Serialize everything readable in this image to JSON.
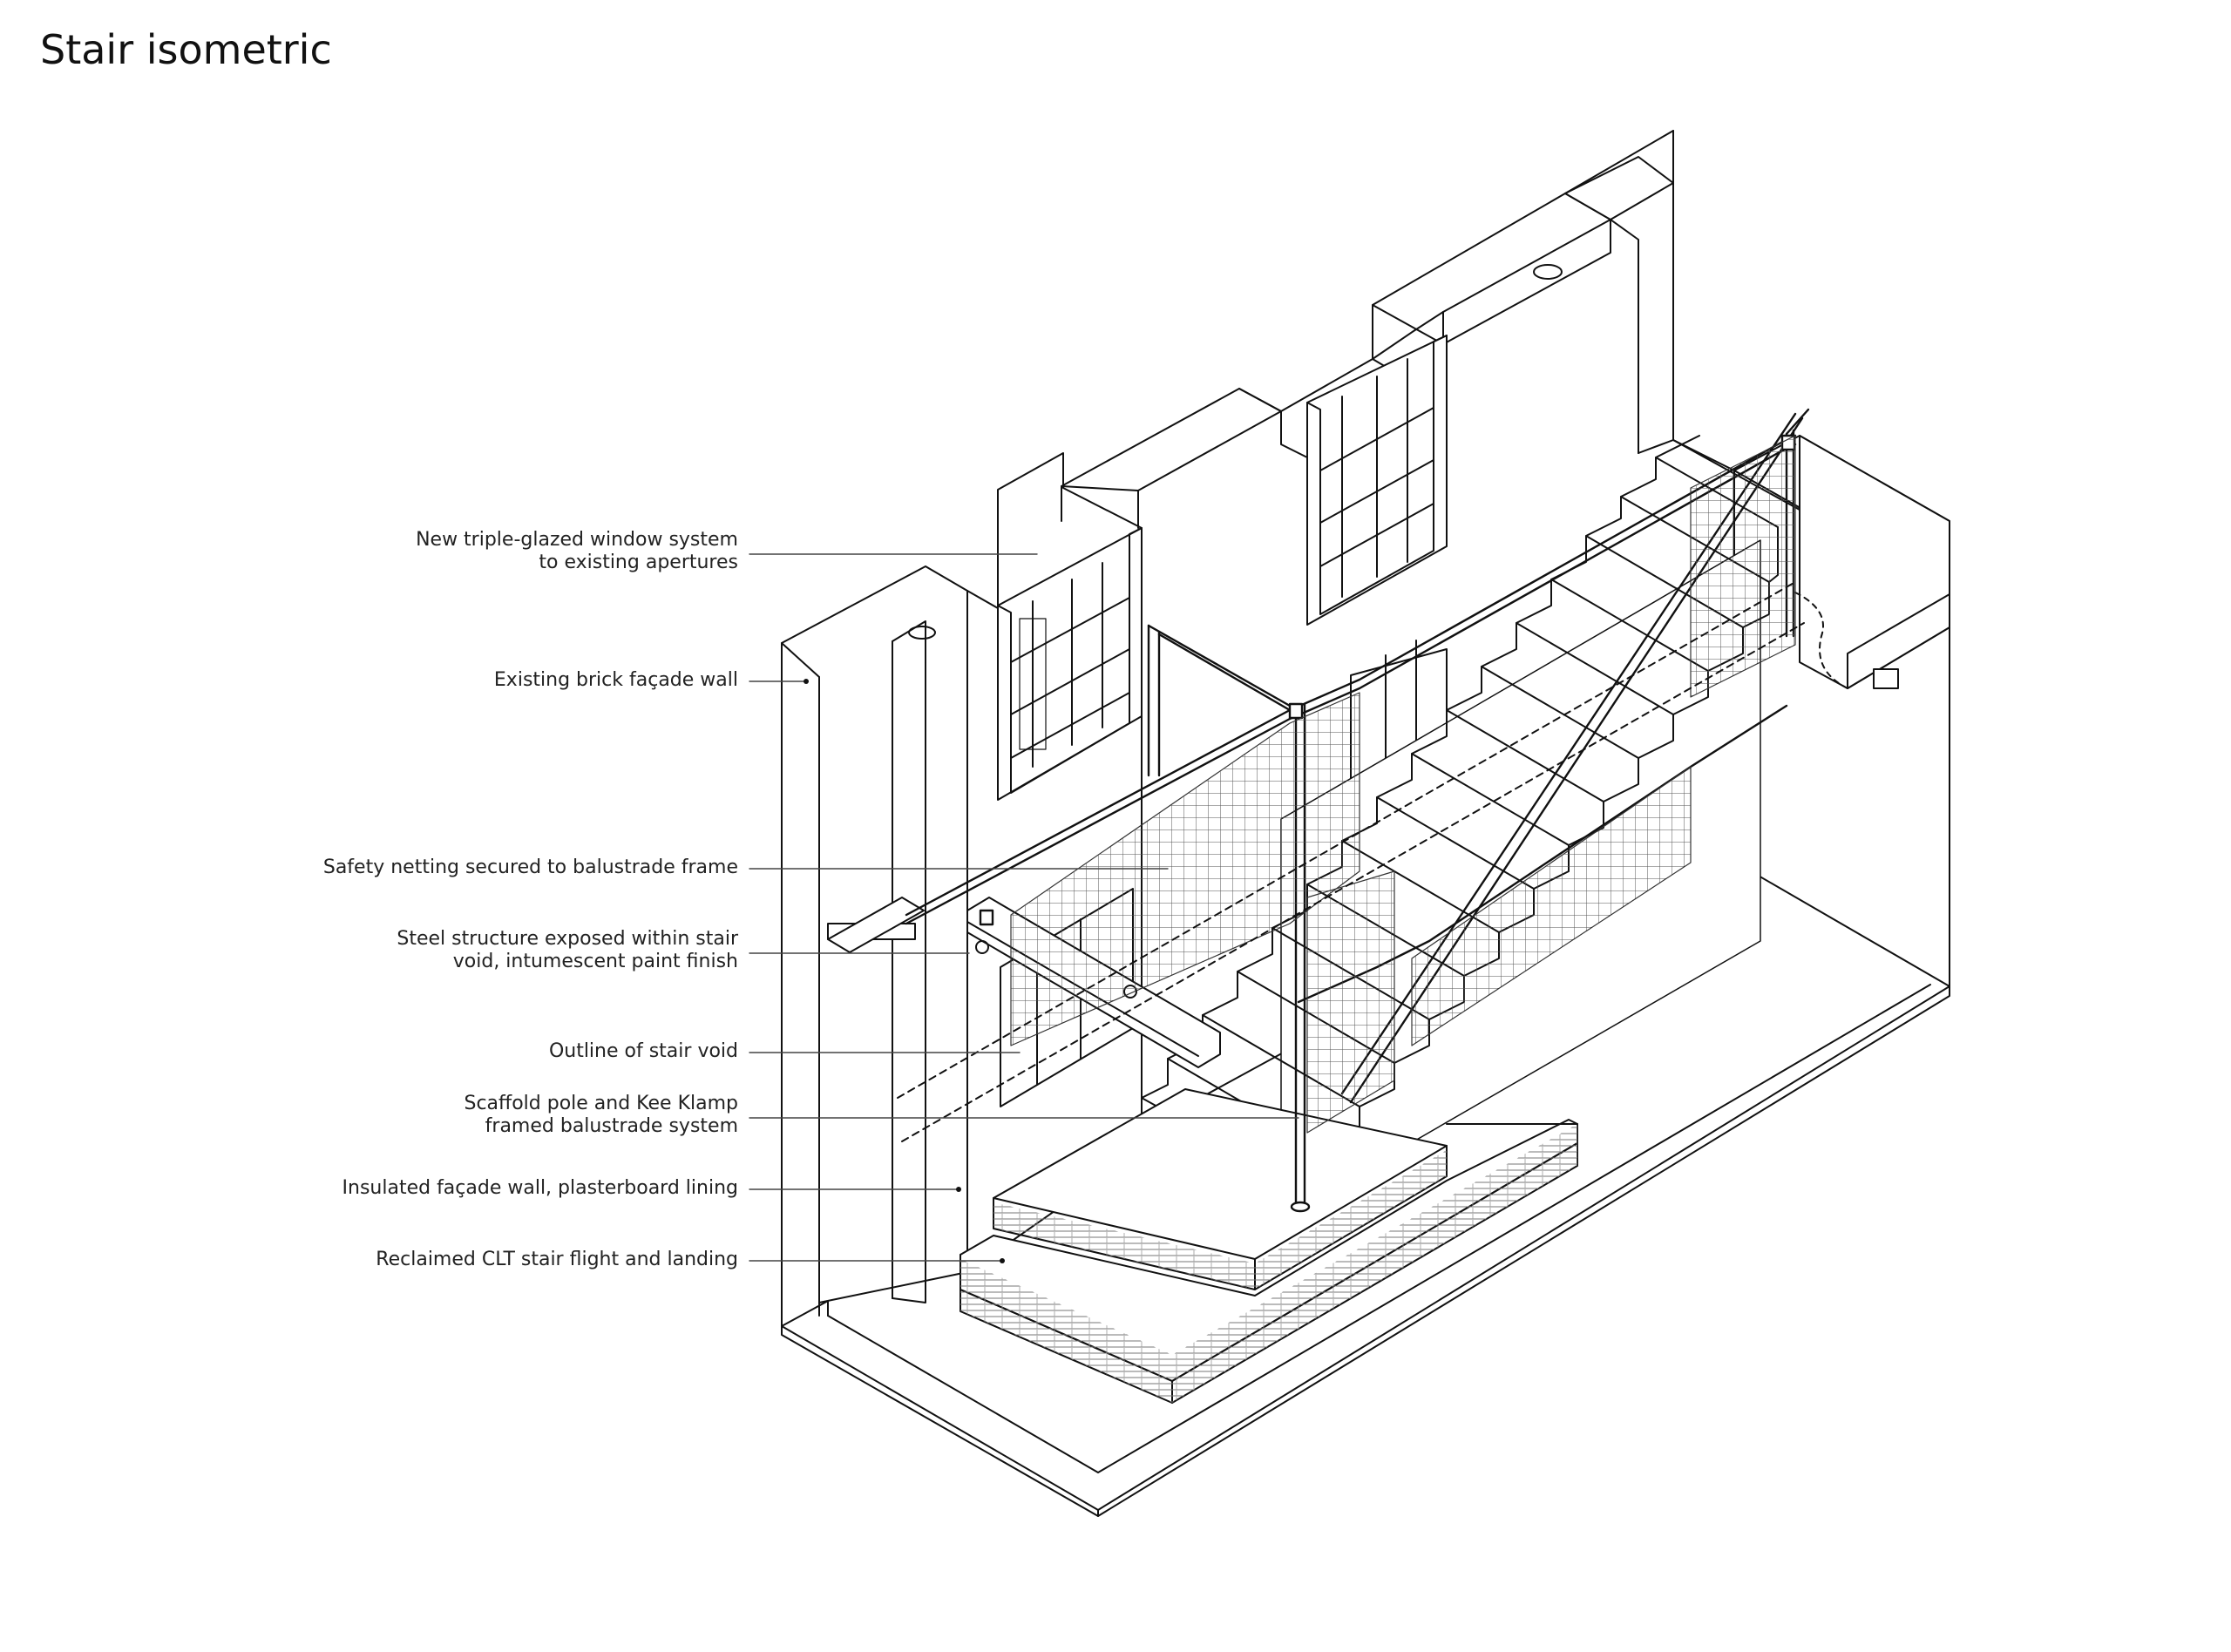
{
  "title": "Stair isometric",
  "annotations": [
    {
      "id": "window",
      "lines": [
        "New triple-glazed window system",
        "to existing apertures"
      ]
    },
    {
      "id": "brick-wall",
      "lines": [
        "Existing brick façade wall"
      ]
    },
    {
      "id": "netting",
      "lines": [
        "Safety netting secured to balustrade frame"
      ]
    },
    {
      "id": "steel",
      "lines": [
        "Steel structure exposed within stair",
        "void, intumescent paint finish"
      ]
    },
    {
      "id": "void",
      "lines": [
        "Outline of stair void"
      ]
    },
    {
      "id": "balustrade",
      "lines": [
        "Scaffold pole and Kee Klamp",
        "framed balustrade system"
      ]
    },
    {
      "id": "insulated-wall",
      "lines": [
        "Insulated façade wall, plasterboard lining"
      ]
    },
    {
      "id": "clt-stair",
      "lines": [
        "Reclaimed CLT stair flight and landing"
      ]
    }
  ]
}
